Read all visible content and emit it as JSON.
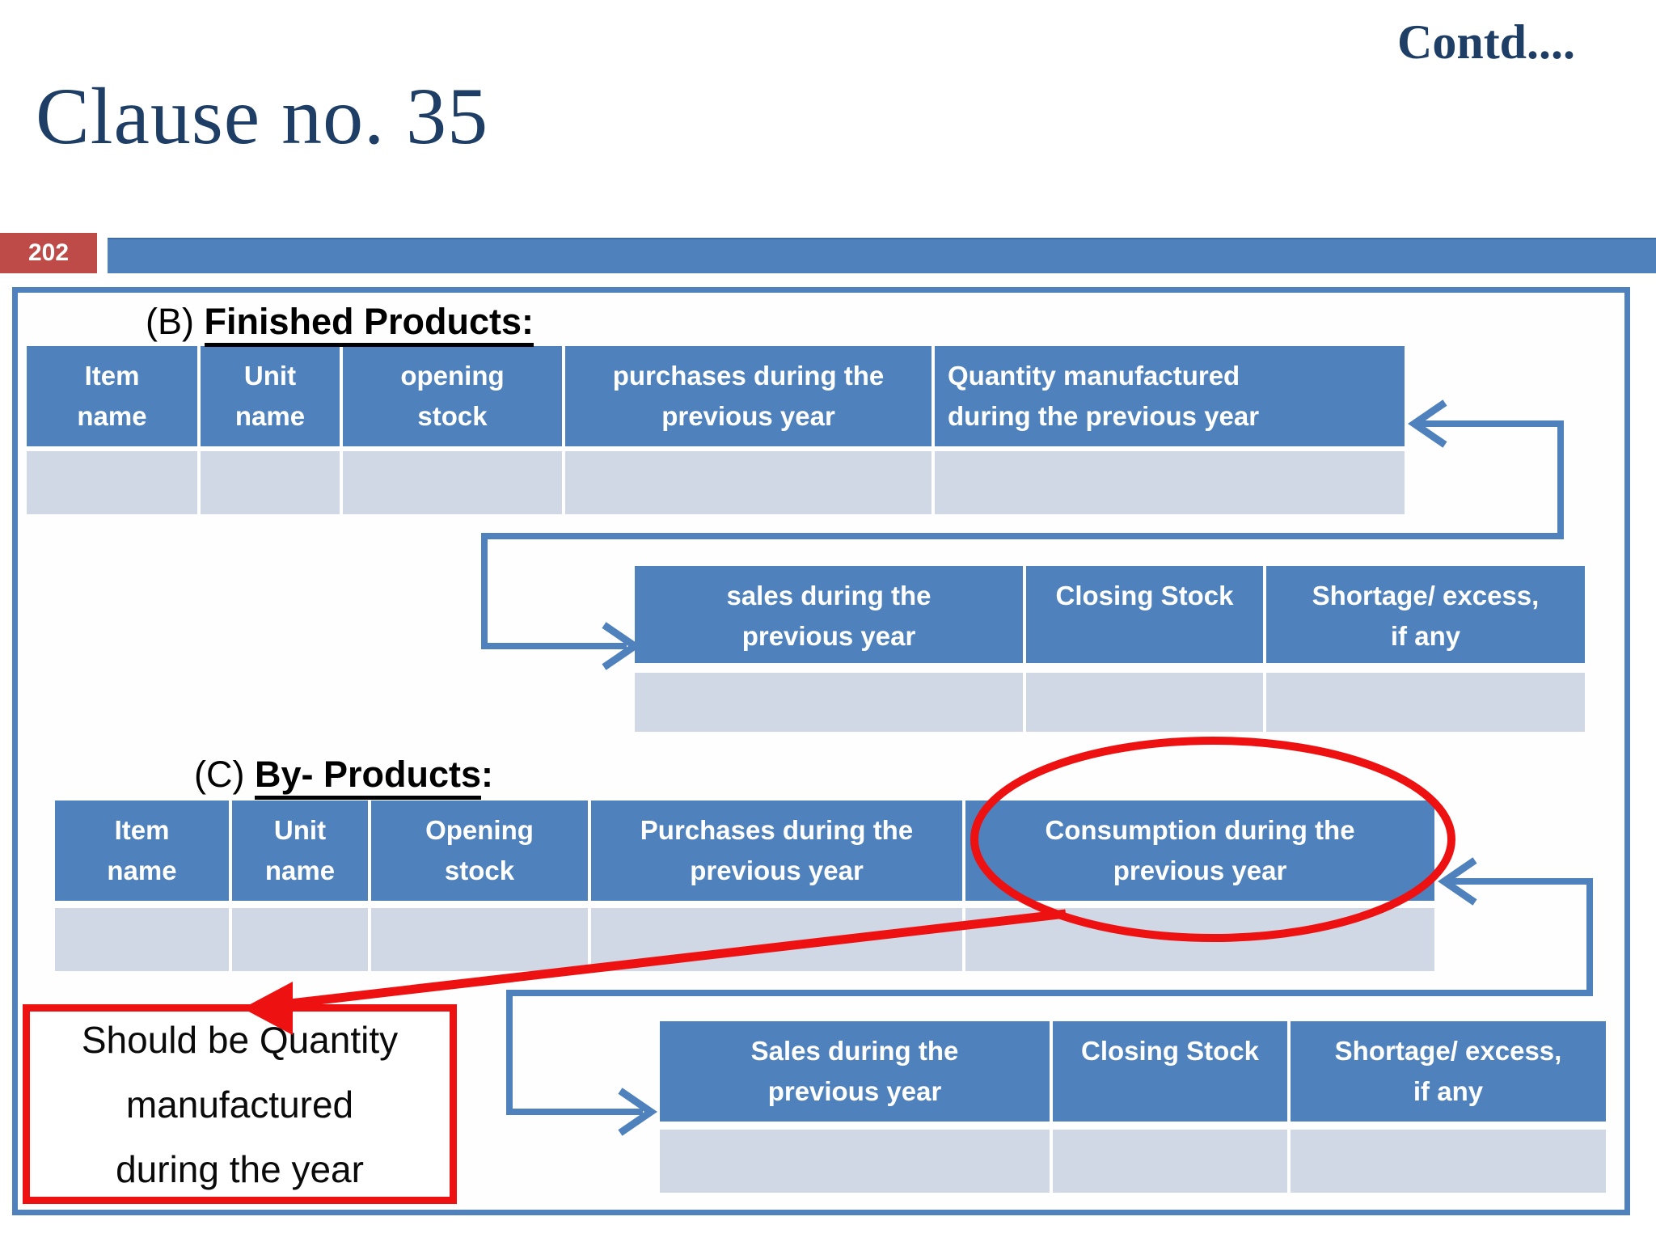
{
  "slide": {
    "continuation_label": "Contd....",
    "title": "Clause no. 35",
    "page_number": "202"
  },
  "section_b": {
    "prefix": "(B) ",
    "heading": "Finished Products:",
    "main_table": {
      "columns": [
        "Item\nname",
        "Unit\nname",
        "opening\nstock",
        "purchases during the\nprevious year",
        "Quantity manufactured\nduring the previous year"
      ],
      "rows": [
        [
          "",
          "",
          "",
          "",
          ""
        ]
      ]
    },
    "continuation_table": {
      "columns": [
        "sales during the\nprevious year",
        "Closing Stock",
        "Shortage/ excess,\nif any"
      ],
      "rows": [
        [
          "",
          "",
          ""
        ]
      ]
    }
  },
  "section_c": {
    "prefix": "(C) ",
    "heading": "By- Products",
    "heading_suffix": ":",
    "main_table": {
      "columns": [
        "Item\nname",
        "Unit\nname",
        "Opening\nstock",
        "Purchases during the\nprevious year",
        "Consumption during the\nprevious year"
      ],
      "rows": [
        [
          "",
          "",
          "",
          "",
          ""
        ]
      ]
    },
    "continuation_table": {
      "columns": [
        "Sales during the\nprevious year",
        "Closing Stock",
        "Shortage/ excess,\nif any"
      ],
      "rows": [
        [
          "",
          "",
          ""
        ]
      ]
    }
  },
  "annotation": {
    "circled_column": "Consumption during the\nprevious year",
    "note_text": "Should be Quantity\nmanufactured\nduring the year"
  },
  "colors": {
    "accent_blue": "#4F81BD",
    "table_row_light": "#D0D7E5",
    "badge_red": "#BE4B48",
    "title_navy": "#1E3E66",
    "annotation_red": "#ED1111"
  }
}
